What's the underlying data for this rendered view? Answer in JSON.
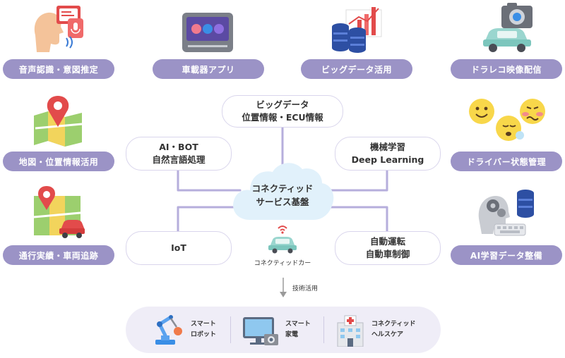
{
  "categories": {
    "top": [
      {
        "label": "音声認識・意図推定",
        "icon": "voice-recognition-icon"
      },
      {
        "label": "車載器アプリ",
        "icon": "car-device-app-icon"
      },
      {
        "label": "ビッグデータ活用",
        "icon": "big-data-icon"
      },
      {
        "label": "ドラレコ映像配信",
        "icon": "dashcam-video-icon"
      }
    ],
    "left_middle": {
      "label": "地図・位置情報活用",
      "icon": "map-pin-icon"
    },
    "left_bottom": {
      "label": "通行実績・車両追跡",
      "icon": "vehicle-tracking-icon"
    },
    "right_middle": {
      "label": "ドライバー状態管理",
      "icon": "driver-status-icon"
    },
    "right_bottom": {
      "label": "AI学習データ整備",
      "icon": "ai-learning-data-icon"
    }
  },
  "center": {
    "line1": "コネクティッド",
    "line2": "サービス基盤",
    "car_label": "コネクティッドカー"
  },
  "nodes": {
    "bigdata": {
      "line1": "ビッグデータ",
      "line2": "位置情報・ECU情報"
    },
    "aibot": {
      "line1": "AI・BOT",
      "line2": "自然言語処理"
    },
    "ml": {
      "line1": "機械学習",
      "line2": "Deep Learning"
    },
    "iot": {
      "line1": "IoT"
    },
    "autodrive": {
      "line1": "自動運転",
      "line2": "自動車制御"
    }
  },
  "arrow_label": "技術活用",
  "applications": [
    {
      "line1": "スマート",
      "line2": "ロボット"
    },
    {
      "line1": "スマート",
      "line2": "家電"
    },
    {
      "line1": "コネクティッド",
      "line2": "ヘルスケア"
    }
  ],
  "colors": {
    "pill": "#9b93c6",
    "connector": "#b6aedc",
    "panel": "#efedf7",
    "cloud": "#e1f1fb"
  }
}
